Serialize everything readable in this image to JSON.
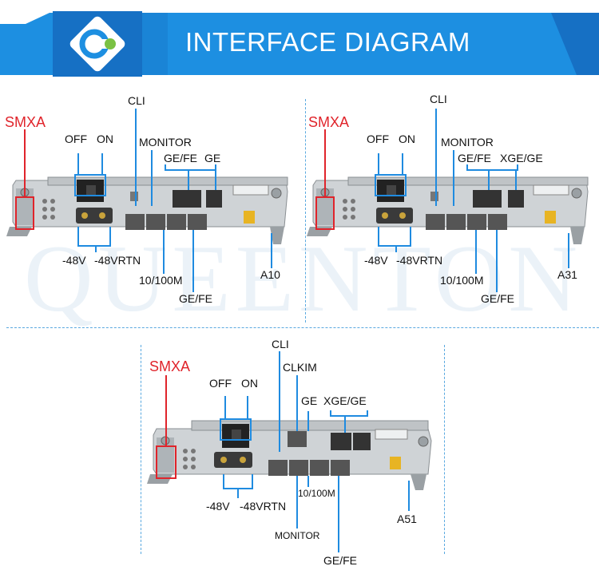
{
  "header": {
    "title": "INTERFACE DIAGRAM"
  },
  "watermark": "QUEENTON",
  "colors": {
    "banner": "#1d8fe1",
    "banner_dark": "#1670c4",
    "callout_blue": "#1f8be0",
    "callout_red": "#e0242b"
  },
  "panels": [
    {
      "model": "A10",
      "labels": {
        "card": "SMXA",
        "off": "OFF",
        "on": "ON",
        "cli": "CLI",
        "monitor": "MONITOR",
        "gefe_top": "GE/FE",
        "ge_top": "GE",
        "neg48": "-48V",
        "neg48rtn": "-48VRTN",
        "eth": "10/100M",
        "gefe_bottom": "GE/FE"
      }
    },
    {
      "model": "A31",
      "labels": {
        "card": "SMXA",
        "off": "OFF",
        "on": "ON",
        "cli": "CLI",
        "monitor": "MONITOR",
        "gefe_top": "GE/FE",
        "xge_top": "XGE/GE",
        "neg48": "-48V",
        "neg48rtn": "-48VRTN",
        "eth": "10/100M",
        "gefe_bottom": "GE/FE"
      }
    },
    {
      "model": "A51",
      "labels": {
        "card": "SMXA",
        "off": "OFF",
        "on": "ON",
        "cli": "CLI",
        "clkim": "CLKIM",
        "ge_top": "GE",
        "xge_top": "XGE/GE",
        "neg48": "-48V",
        "neg48rtn": "-48VRTN",
        "eth": "10/100M",
        "monitor": "MONITOR",
        "gefe_bottom": "GE/FE"
      }
    }
  ]
}
